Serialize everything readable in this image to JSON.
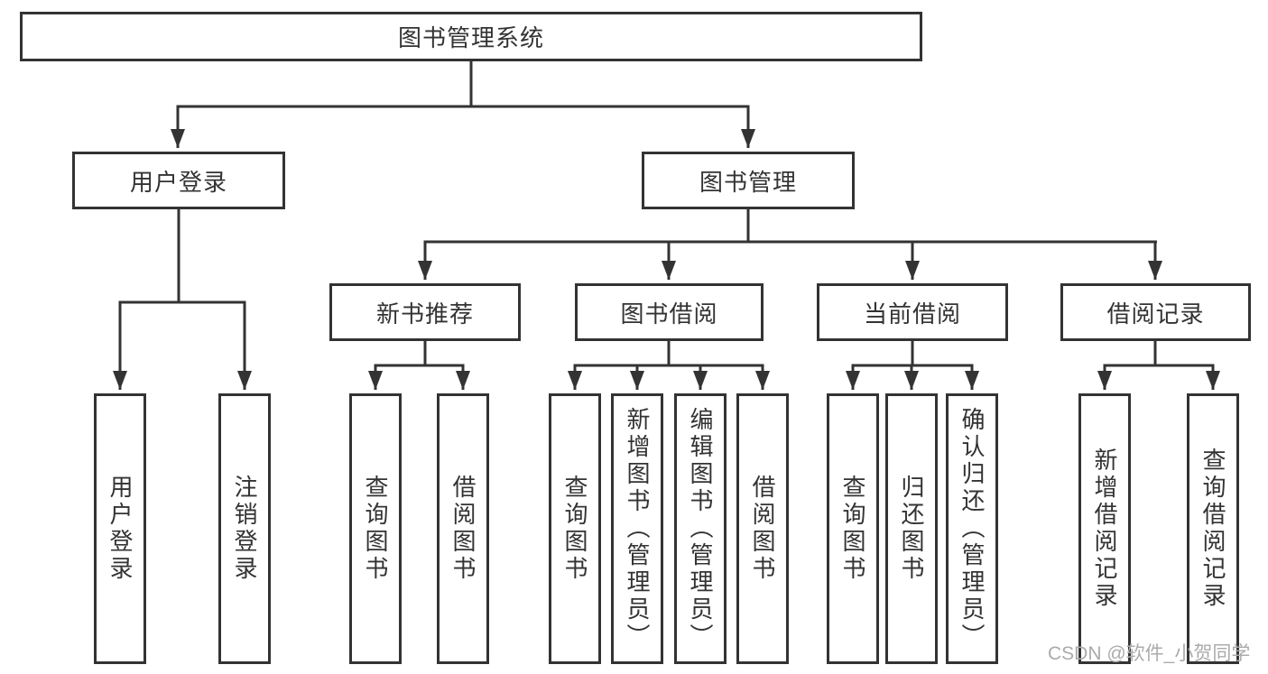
{
  "diagram": {
    "root": {
      "label": "图书管理系统"
    },
    "level2": [
      {
        "id": "user-login",
        "label": "用户登录"
      },
      {
        "id": "book-management",
        "label": "图书管理"
      }
    ],
    "level3": [
      {
        "id": "new-book-recommend",
        "label": "新书推荐"
      },
      {
        "id": "book-borrow",
        "label": "图书借阅"
      },
      {
        "id": "current-borrow",
        "label": "当前借阅"
      },
      {
        "id": "borrow-records",
        "label": "借阅记录"
      }
    ],
    "leaves": [
      {
        "id": "user-login",
        "label": "用户登录"
      },
      {
        "id": "logout",
        "label": "注销登录"
      },
      {
        "id": "query-books-recommend",
        "label": "查询图书"
      },
      {
        "id": "borrow-books-recommend",
        "label": "借阅图书"
      },
      {
        "id": "query-books-borrow",
        "label": "查询图书"
      },
      {
        "id": "add-book-admin",
        "label": "新增图书（管理员）"
      },
      {
        "id": "edit-book-admin",
        "label": "编辑图书（管理员）"
      },
      {
        "id": "borrow-books",
        "label": "借阅图书"
      },
      {
        "id": "query-books-current",
        "label": "查询图书"
      },
      {
        "id": "return-book",
        "label": "归还图书"
      },
      {
        "id": "confirm-return-admin",
        "label": "确认归还（管理员）"
      },
      {
        "id": "add-borrow-record",
        "label": "新增借阅记录"
      },
      {
        "id": "query-borrow-record",
        "label": "查询借阅记录"
      }
    ],
    "colors": {
      "line": "#333333",
      "box_border": "#333333",
      "box_background": "#ffffff",
      "text": "#333333",
      "watermark": "#ababab"
    },
    "watermark": "CSDN @软件_小贺同学"
  }
}
